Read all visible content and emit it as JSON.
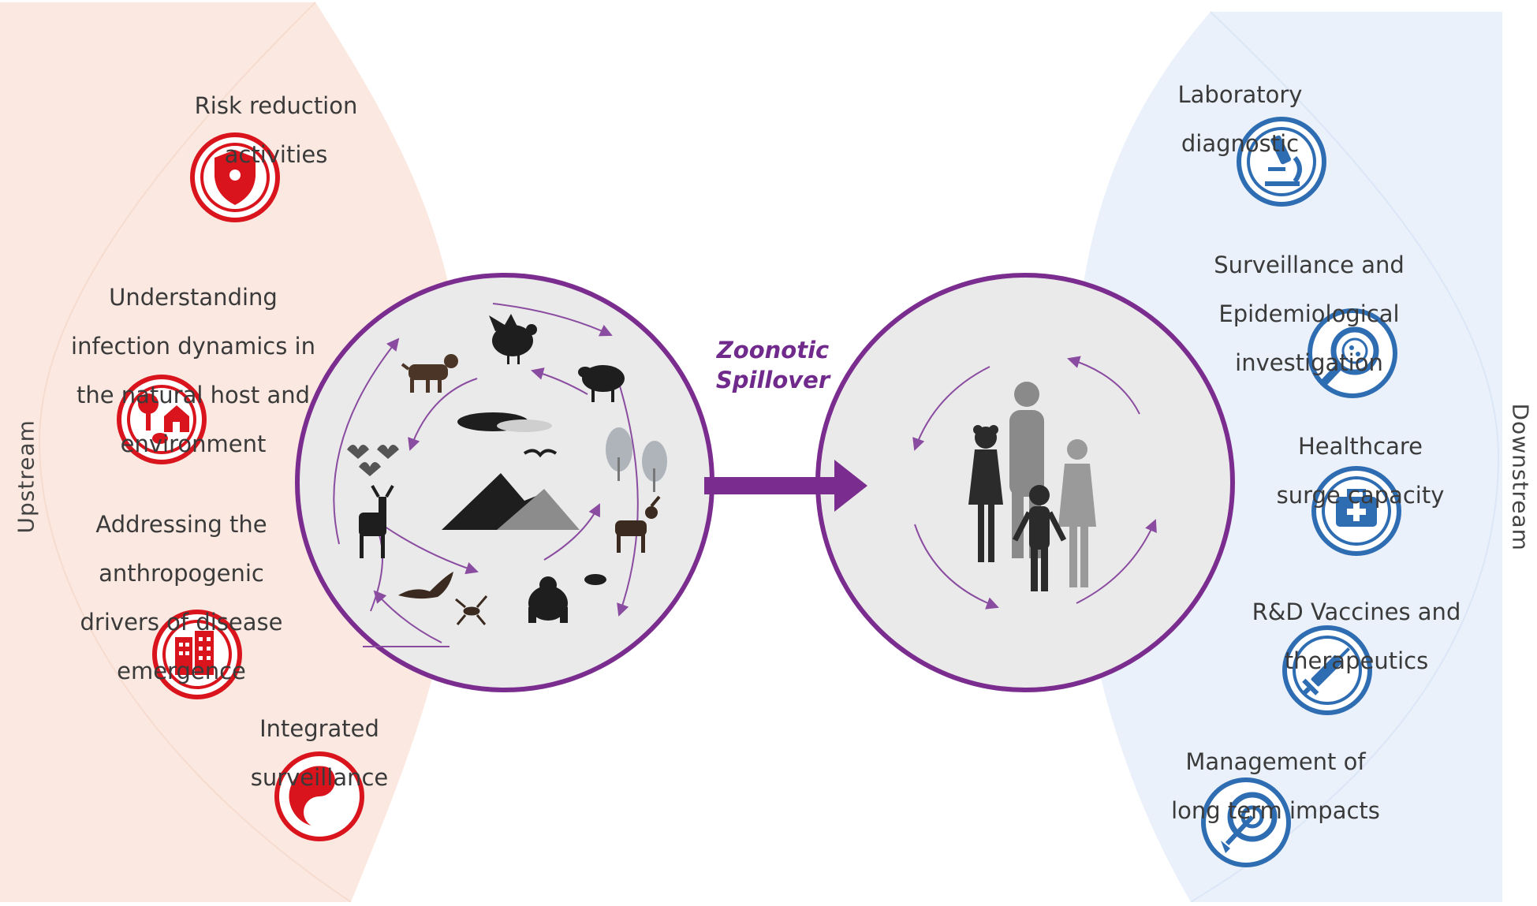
{
  "upstream": {
    "side_label": "Upstream",
    "accent_color": "#d9141c",
    "background_color": "#fbe9e1",
    "items": [
      {
        "lines": [
          "Risk reduction",
          "activities"
        ],
        "icon": "shield-virus-icon"
      },
      {
        "lines": [
          "Understanding",
          "infection dynamics in",
          "the natural host and",
          "environment"
        ],
        "icon": "ecosystem-house-icon"
      },
      {
        "lines": [
          "Addressing the",
          "anthropogenic",
          "drivers of disease",
          "emergence"
        ],
        "icon": "buildings-icon"
      },
      {
        "lines": [
          "Integrated",
          "surveillance"
        ],
        "icon": "integration-symbol-icon"
      }
    ]
  },
  "downstream": {
    "side_label": "Downstream",
    "accent_color": "#2f6db3",
    "background_color": "#eaf1fb",
    "items": [
      {
        "lines": [
          "Laboratory",
          "diagnostic"
        ],
        "icon": "microscope-icon"
      },
      {
        "lines": [
          "Surveillance and",
          "Epidemiological",
          "investigation"
        ],
        "icon": "magnifier-pathogen-icon"
      },
      {
        "lines": [
          "Healthcare",
          "surge capacity"
        ],
        "icon": "medical-kit-icon"
      },
      {
        "lines": [
          "R&D Vaccines and",
          "therapeutics"
        ],
        "icon": "syringe-icon"
      },
      {
        "lines": [
          "Management of",
          "long term impacts"
        ],
        "icon": "target-arrow-icon"
      }
    ]
  },
  "center": {
    "spillover_lines": [
      "Zoonotic",
      "Spillover"
    ],
    "circle_color": "#7a2d8e",
    "arrow_color": "#7a2d8e"
  }
}
